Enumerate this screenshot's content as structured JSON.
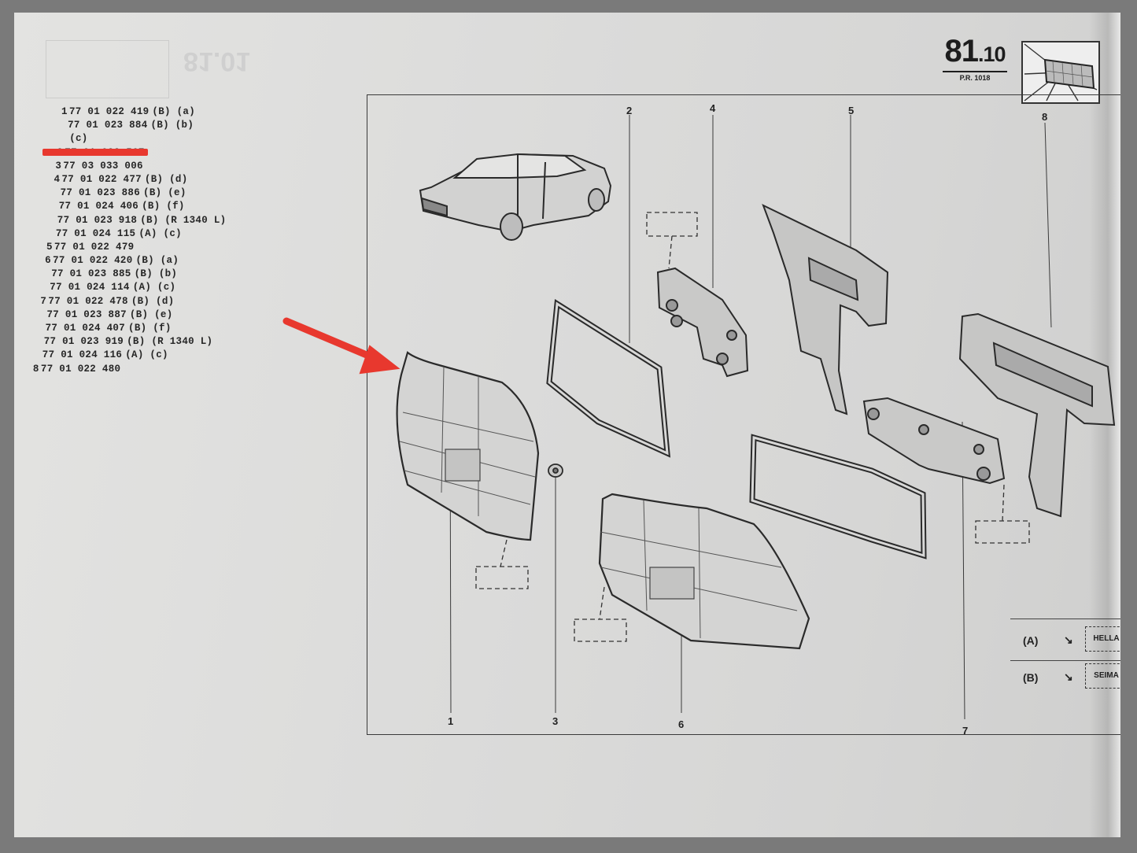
{
  "sheet": {
    "number_main": "81",
    "number_sub": ".10",
    "reference": "P.R. 1018"
  },
  "ghost_number": "81.01",
  "parts_list": [
    {
      "item": "1",
      "part": "77 01 022 419",
      "codes": "(B) (a)"
    },
    {
      "item": "",
      "part": "77 01 023 884",
      "codes": "(B) (b)"
    },
    {
      "item": "",
      "part": "",
      "codes": "(c)"
    },
    {
      "item": "2",
      "part": "77 01 022 567",
      "codes": ""
    },
    {
      "item": "3",
      "part": "77 03 033 006",
      "codes": ""
    },
    {
      "item": "4",
      "part": "77 01 022 477",
      "codes": "(B) (d)"
    },
    {
      "item": "",
      "part": "77 01 023 886",
      "codes": "(B) (e)"
    },
    {
      "item": "",
      "part": "77 01 024 406",
      "codes": "(B) (f)"
    },
    {
      "item": "",
      "part": "77 01 023 918",
      "codes": "(B) (R 1340 L)"
    },
    {
      "item": "",
      "part": "77 01 024 115",
      "codes": "(A) (c)"
    },
    {
      "item": "5",
      "part": "77 01 022 479",
      "codes": ""
    },
    {
      "item": "6",
      "part": "77 01 022 420",
      "codes": "(B) (a)"
    },
    {
      "item": "",
      "part": "77 01 023 885",
      "codes": "(B) (b)"
    },
    {
      "item": "",
      "part": "77 01 024 114",
      "codes": "(A) (c)"
    },
    {
      "item": "7",
      "part": "77 01 022 478",
      "codes": "(B) (d)"
    },
    {
      "item": "",
      "part": "77 01 023 887",
      "codes": "(B) (e)"
    },
    {
      "item": "",
      "part": "77 01 024 407",
      "codes": "(B) (f)"
    },
    {
      "item": "",
      "part": "77 01 023 919",
      "codes": "(B) (R 1340 L)"
    },
    {
      "item": "",
      "part": "77 01 024 116",
      "codes": "(A) (c)"
    },
    {
      "item": "8",
      "part": "77 01 022 480",
      "codes": ""
    }
  ],
  "callouts": [
    "1",
    "2",
    "3",
    "4",
    "5",
    "6",
    "7",
    "8"
  ],
  "legend": [
    {
      "code": "(A)",
      "arrow": "↘",
      "brand": "HELLA"
    },
    {
      "code": "(B)",
      "arrow": "↘",
      "brand": "SEIMA"
    }
  ],
  "colors": {
    "annotation_red": "#e8382e",
    "ink": "#262626",
    "paper": "#dcdcdb"
  }
}
